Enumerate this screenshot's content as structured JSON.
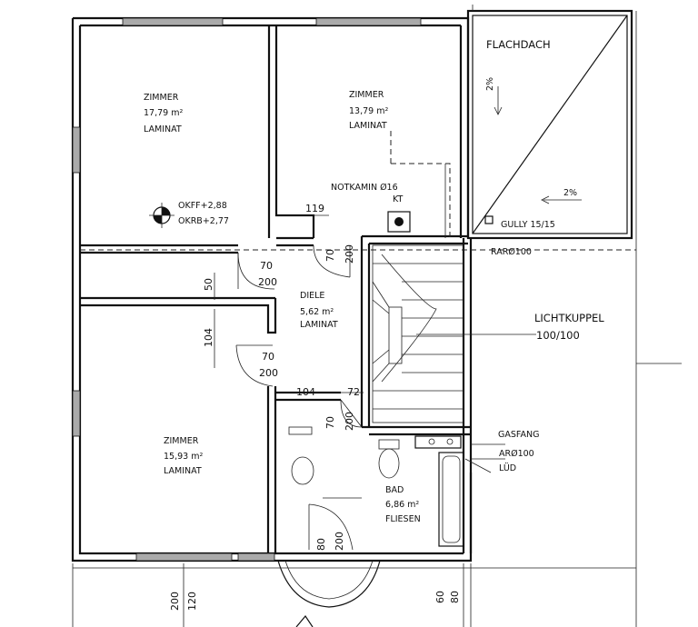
{
  "plan": {
    "rooms": [
      {
        "name": "ZIMMER",
        "area": "17,79 m²",
        "floor": "LAMINAT"
      },
      {
        "name": "ZIMMER",
        "area": "13,79 m²",
        "floor": "LAMINAT"
      },
      {
        "name": "DIELE",
        "area": "5,62 m²",
        "floor": "LAMINAT"
      },
      {
        "name": "ZIMMER",
        "area": "15,93 m²",
        "floor": "LAMINAT"
      },
      {
        "name": "BAD",
        "area": "6,86 m²",
        "floor": "FLIESEN"
      }
    ],
    "labels": {
      "flachdach": "FLACHDACH",
      "slope1": "2%",
      "slope2": "2%",
      "gully": "GULLY 15/15",
      "rar": "RARØ100",
      "notkamin": "NOTKAMIN Ø16",
      "kt": "KT",
      "okff": "OKFF+2,88",
      "okrb": "OKRB+2,77",
      "lichtkuppel": "LICHTKUPPEL",
      "lichtkuppel_size": "100/100",
      "gasfang": "GASFANG",
      "ar": "ARØ100",
      "lud": "LÜD"
    },
    "dimensions": {
      "d119": "119",
      "d70a": "70",
      "d200a": "200",
      "door1_70": "70",
      "door1_200": "200",
      "d50": "50",
      "d104v": "104",
      "door2_70": "70",
      "door2_200": "200",
      "d104h": "104",
      "d72": "72",
      "door3_70": "70",
      "door3_200": "200",
      "bad_80": "80",
      "bad_200": "200",
      "b200": "200",
      "b120": "120",
      "b60": "60",
      "b80": "80"
    }
  }
}
